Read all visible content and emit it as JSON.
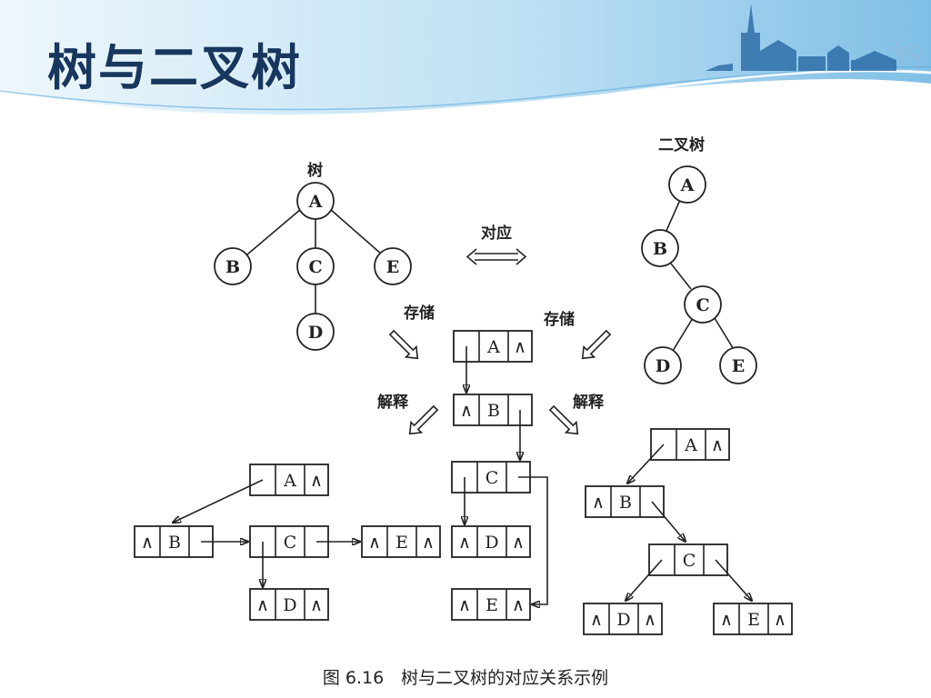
{
  "slide": {
    "title": "树与二叉树"
  },
  "colors": {
    "title": "#17375e",
    "band_light": "#e9f4fb",
    "band_mid": "#9fd0ee",
    "band_dark": "#2f7fbf"
  },
  "diagram": {
    "tree": {
      "label": "树",
      "nodes": [
        "A",
        "B",
        "C",
        "D",
        "E"
      ],
      "edges": [
        [
          "A",
          "B"
        ],
        [
          "A",
          "C"
        ],
        [
          "A",
          "E"
        ],
        [
          "C",
          "D"
        ]
      ]
    },
    "binary_tree": {
      "label": "二叉树",
      "nodes": [
        "A",
        "B",
        "C",
        "D",
        "E"
      ],
      "edges": [
        [
          "A",
          "B"
        ],
        [
          "B",
          "C"
        ],
        [
          "C",
          "D"
        ],
        [
          "C",
          "E"
        ]
      ]
    },
    "correspond_label": "对应",
    "store_label": "存储",
    "interpret_label": "解释",
    "null_symbol": "∧",
    "shared_storage": {
      "nodes": [
        {
          "data": "A",
          "left": "",
          "right": "∧"
        },
        {
          "data": "B",
          "left": "∧",
          "right": ""
        },
        {
          "data": "C",
          "left": "",
          "right": ""
        },
        {
          "data": "D",
          "left": "∧",
          "right": "∧"
        },
        {
          "data": "E",
          "left": "∧",
          "right": "∧"
        }
      ]
    },
    "caption": "图 6.16　树与二叉树的对应关系示例"
  }
}
